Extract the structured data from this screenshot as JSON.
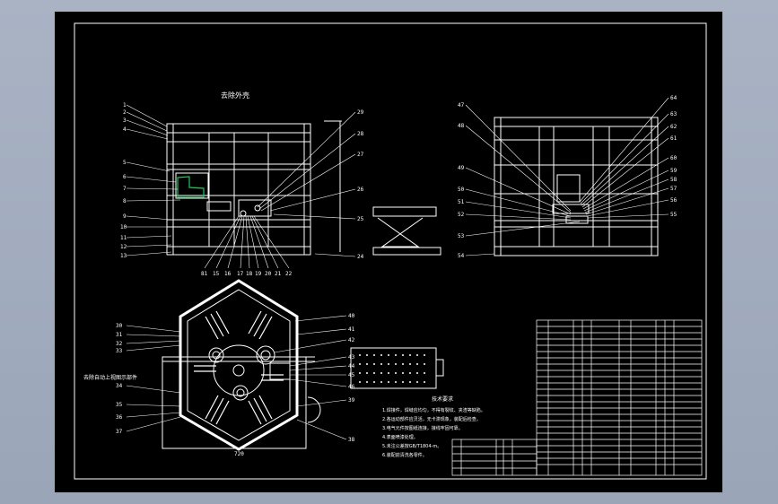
{
  "colors": {
    "background": "#9aa5b8",
    "canvas": "#000000",
    "line": "#ffffff",
    "accent_green": "#22c55e"
  },
  "views": {
    "front_title": "去除外壳",
    "plan_title": "去除自动上视图示部件"
  },
  "front_callouts_left": [
    "1",
    "2",
    "3",
    "4",
    "5",
    "6",
    "7",
    "8",
    "9",
    "10",
    "11",
    "12",
    "13"
  ],
  "front_callouts_right": [
    "29",
    "28",
    "27",
    "26",
    "25",
    "24"
  ],
  "front_callouts_bottom": [
    "81",
    "15",
    "16",
    "17",
    "18",
    "19",
    "20",
    "21",
    "22"
  ],
  "side_callouts_left": [
    "47",
    "48",
    "49",
    "50",
    "51",
    "52",
    "53",
    "54"
  ],
  "side_callouts_right": [
    "64",
    "63",
    "62",
    "61",
    "60",
    "59",
    "58",
    "57",
    "56",
    "55"
  ],
  "plan_callouts_left": [
    "30",
    "31",
    "32",
    "33",
    "34",
    "35",
    "36",
    "37"
  ],
  "plan_callouts_right": [
    "40",
    "41",
    "42",
    "43",
    "44",
    "45",
    "46",
    "39",
    "38"
  ],
  "plan_bottom_label": "720",
  "notes": {
    "title": "技术要求",
    "lines": [
      "1.焊接件，焊缝应均匀，不得有裂纹、夹渣等缺陷。",
      "2.各运动部件应灵活，无卡滞现象，装配后检查。",
      "3.电气元件按图纸连接，接线牢固可靠。",
      "4.表面喷漆处理。",
      "5.未注公差按GB/T1804-m。",
      "6.装配前清洗各零件。"
    ]
  }
}
